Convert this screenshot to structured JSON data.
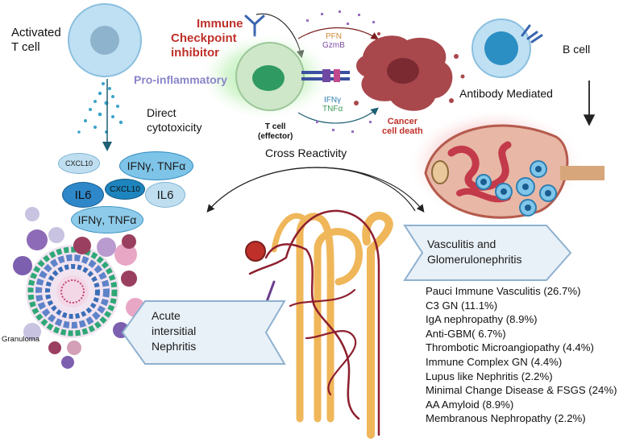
{
  "labels": {
    "activated_t_cell": [
      "Activated",
      "T cell"
    ],
    "immune_checkpoint_inhibitor": [
      "Immune",
      "Checkpoint",
      "inhibitor"
    ],
    "b_cell": "B cell",
    "pro_inflammatory": "Pro-inflammatory",
    "direct_cytotoxicity": [
      "Direct",
      "cytotoxicity"
    ],
    "antibody_mediated": "Antibody Mediated",
    "t_cell_effector": [
      "T cell",
      "(effector)"
    ],
    "cancer_cell_death": [
      "Cancer",
      "cell death"
    ],
    "cross_reactivity": "Cross Reactivity",
    "pfn": "PFN",
    "gzmb": "GzmB",
    "ifng_small": "IFNγ",
    "tnfa_small": "TNFα",
    "granuloma": "Granuloma"
  },
  "cytokines": {
    "cxcl10_a": "CXCL10",
    "ifng_tnfa_a": "IFNγ, TNFα",
    "il6_a": "IL6",
    "cxcl10_b": "CXCL10",
    "il6_b": "IL6",
    "ifng_tnfa_b": "IFNγ, TNFα"
  },
  "boxes": {
    "vasculitis": [
      "Vasculitis and",
      "Glomerulonephritis"
    ],
    "ain": [
      "Acute",
      "intersitial",
      "Nephritis"
    ]
  },
  "causes": [
    "Pauci Immune Vasculitis (26.7%)",
    "C3 GN (11.1%)",
    "IgA nephropathy (8.9%)",
    "Anti-GBM( 6.7%)",
    "Thrombotic Microangiopathy (4.4%)",
    "Immune Complex GN (4.4%)",
    "Lupus like Nephritis (2.2%)",
    "Minimal Change Disease & FSGS (24%)",
    "AA Amyloid (8.9%)",
    "Membranous Nephropathy (2.2%)"
  ],
  "colors": {
    "checkpoint_red": "#c0302a",
    "pro_inflammatory_purple": "#8a84c9",
    "cancer_red": "#c0302a",
    "t_cell_blue": "#a9d4ee",
    "effector_green": "#2f9b62",
    "arrow_box_fill": "#e9f1f8",
    "arrow_box_stroke": "#8fb1d0"
  }
}
